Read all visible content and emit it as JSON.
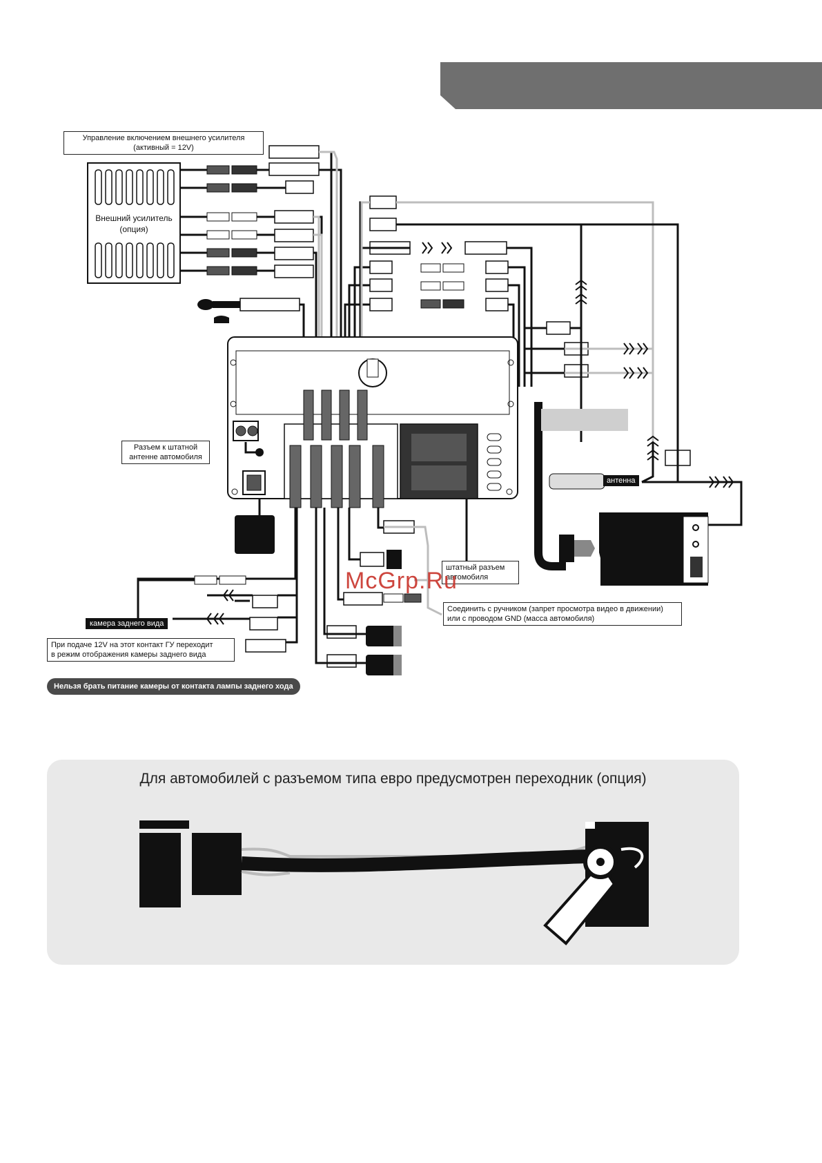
{
  "amp_control": {
    "line1": "Управление включением внешнего усилителя",
    "line2": "(активный = 12V)"
  },
  "amp": {
    "line1": "Внешний усилитель",
    "line2": "(опция)"
  },
  "antenna_connector": {
    "line1": "Разъем к штатной",
    "line2": "антенне автомобиля"
  },
  "stock_connector": {
    "line1": "штатный разъем",
    "line2": "автомобиля"
  },
  "handbrake": {
    "line1": "Соединить с ручником (запрет просмотра видео в движении)",
    "line2": "или с проводом GND (масса автомобиля)"
  },
  "rear_camera": "камера заднего вида",
  "reverse_signal": {
    "line1": "При подаче 12V на этот контакт ГУ переходит",
    "line2": "в режим отображения камеры заднего вида"
  },
  "warning": "Нельзя брать питание камеры от контакта лампы заднего хода",
  "antenna_label": "антенна",
  "watermark": "McGrp.Ru",
  "euro_adapter": {
    "title": "Для автомобилей с разъемом типа евро предусмотрен переходник (опция)"
  },
  "colors": {
    "header_band": "#6f6f6f",
    "wire_dark": "#1a1a1a",
    "wire_gray": "#bdbdbd",
    "panel": "#e9e9e9",
    "warning_bg": "#4a4a4a"
  }
}
